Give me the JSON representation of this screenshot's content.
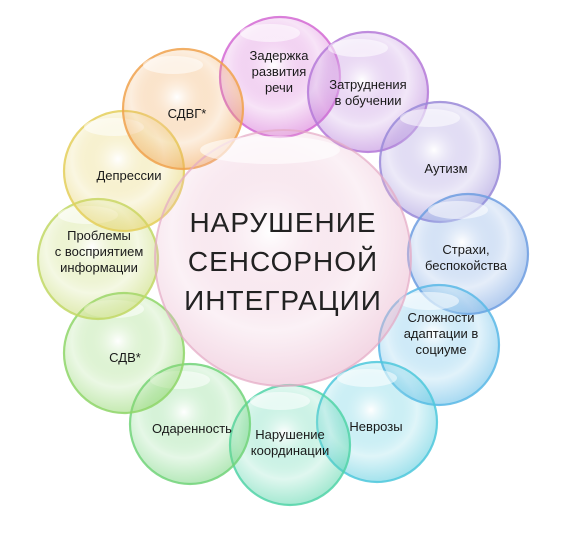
{
  "center": {
    "lines": [
      "НАРУШЕНИЕ",
      "СЕНСОРНОЙ",
      "ИНТЕГРАЦИИ"
    ],
    "color": "#f3dce8"
  },
  "satellites": [
    {
      "name": "zaderzhka",
      "lines": [
        "Задержка",
        "развития",
        "речи"
      ],
      "color": "#d46ad4"
    },
    {
      "name": "zatrudneniya",
      "lines": [
        "Затруднения",
        "в обучении"
      ],
      "color": "#b57ad8"
    },
    {
      "name": "autizm",
      "lines": [
        "Аутизм"
      ],
      "color": "#9a8ad8"
    },
    {
      "name": "strakhi",
      "lines": [
        "Страхи,",
        "беспокойства"
      ],
      "color": "#6f9ee0"
    },
    {
      "name": "slozhnosti",
      "lines": [
        "Сложности",
        "адаптации в",
        "социуме"
      ],
      "color": "#5ab8e6"
    },
    {
      "name": "nevrozy",
      "lines": [
        "Неврозы"
      ],
      "color": "#4fc8dc"
    },
    {
      "name": "narushenie-koordinatsii",
      "lines": [
        "Нарушение",
        "координации"
      ],
      "color": "#52d4a8"
    },
    {
      "name": "odarennost",
      "lines": [
        "Одаренность"
      ],
      "color": "#72d47a"
    },
    {
      "name": "sdv",
      "lines": [
        "СДВ*"
      ],
      "color": "#8fd66a"
    },
    {
      "name": "problemy",
      "lines": [
        "Проблемы",
        "с восприятием",
        "информации"
      ],
      "color": "#c2d866"
    },
    {
      "name": "depressii",
      "lines": [
        "Депрессии"
      ],
      "color": "#e4cf5c"
    },
    {
      "name": "sdvg",
      "lines": [
        "СДВГ*"
      ],
      "color": "#f0a24e"
    }
  ]
}
